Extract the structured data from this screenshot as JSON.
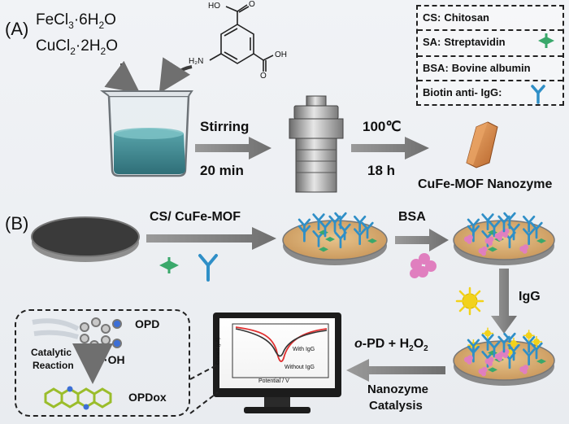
{
  "panel_a": {
    "tag": "(A)",
    "reagent_line1": "FeCl",
    "reagent_line1_sub": "3",
    "reagent_line1_rest": "·6H",
    "reagent_line1_sub2": "2",
    "reagent_line1_end": "O",
    "reagent_line2": "CuCl",
    "reagent_line2_sub": "2",
    "reagent_line2_rest": "·2H",
    "reagent_line2_sub2": "2",
    "reagent_line2_end": "O",
    "ligand_labels": {
      "oh_top": "HO",
      "o_top": "O",
      "h2n": "H₂N",
      "oh_right": "OH",
      "o_bottom": "O"
    },
    "step1_top": "Stirring",
    "step1_bottom": "20 min",
    "step2_top": "100℃",
    "step2_bottom": "18 h",
    "product": "CuFe-MOF Nanozyme"
  },
  "legend": {
    "rows": [
      {
        "key": "CS:",
        "value": "Chitosan"
      },
      {
        "key": "SA:",
        "value": "Streptavidin"
      },
      {
        "key": "BSA:",
        "value": "Bovine albumin"
      },
      {
        "key": "Biotin anti- IgG:",
        "value": ""
      }
    ]
  },
  "panel_b": {
    "tag": "(B)",
    "step1": "CS/ CuFe-MOF",
    "step2": "BSA",
    "step3": "IgG",
    "step4_prefix": "o",
    "step4_rest": "-PD + H",
    "step4_sub": "2",
    "step4_o": "O",
    "step4_sub2": "2",
    "step5_line1": "Nanozyme",
    "step5_line2": "Catalysis",
    "reaction_box": {
      "opd": "OPD",
      "oh": "·OH",
      "catalytic_line1": "Catalytic",
      "catalytic_line2": "Reaction",
      "opdox": "OPDox"
    },
    "monitor_plot": {
      "ylabel": "Current (μA)",
      "xlabel": "Potential / V",
      "label_with": "With IgG",
      "label_without": "Without IgG"
    }
  },
  "colors": {
    "arrow": "#7a7a7a",
    "electrode_dark": "#3a3a3a",
    "electrode_rim": "#8c8c8c",
    "surface": "#d8b27a",
    "antibody": "#2f8fc7",
    "streptavidin": "#3aa86b",
    "bsa": "#e07fbf",
    "igg": "#f2d21b",
    "mof_crystal": "#d9894a",
    "curve_with": "#333333",
    "curve_without": "#e03030"
  }
}
